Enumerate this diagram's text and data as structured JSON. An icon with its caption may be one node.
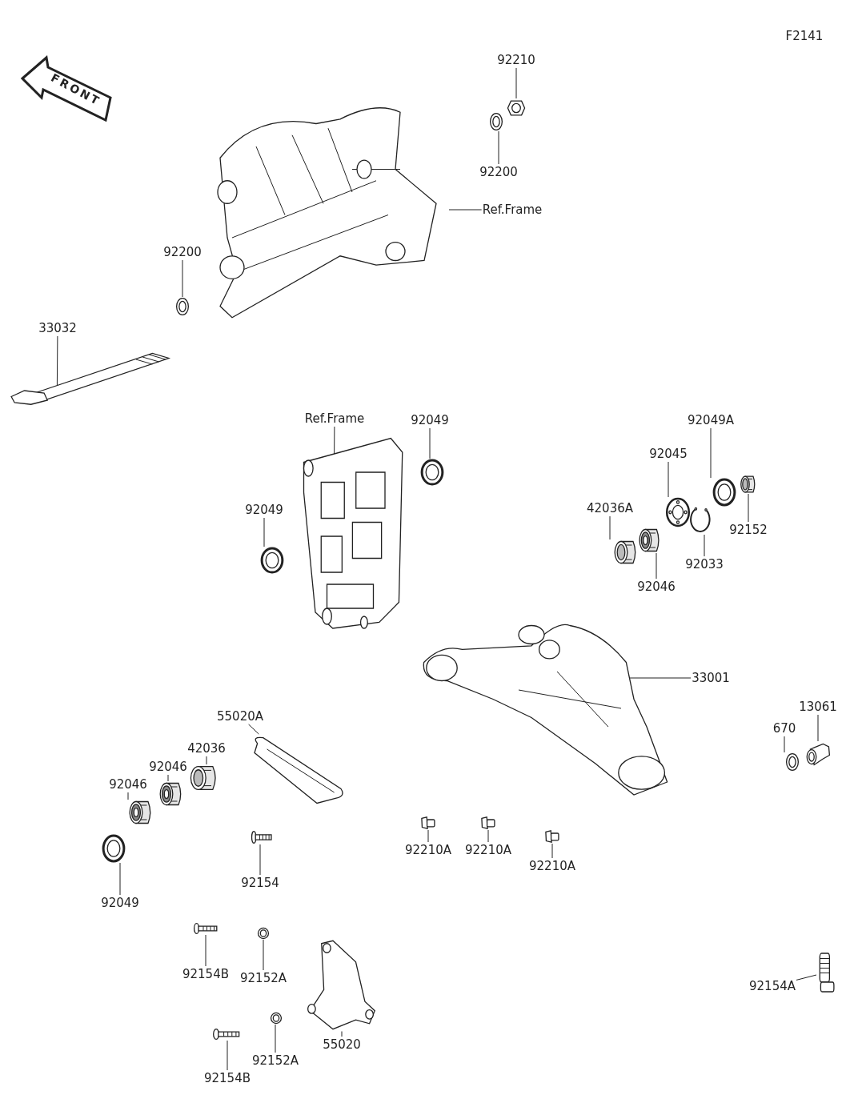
{
  "diagram": {
    "nodes": [
      {
        "text": [
          "92210"
        ]
      },
      {
        "text": [],
        "shape": "picture"
      },
      {
        "text": [
          "92200"
        ]
      },
      {
        "text": [],
        "shape": "picture"
      },
      {
        "text": [
          "Ref.Frame"
        ]
      },
      {
        "text": [],
        "shape": "picture"
      },
      {
        "text": [
          "92200"
        ]
      },
      {
        "text": [],
        "shape": "picture"
      },
      {
        "text": [
          "33032"
        ]
      },
      {
        "text": [],
        "shape": "picture"
      },
      {
        "text": [
          "Ref.Frame"
        ]
      },
      {
        "text": [],
        "shape": "picture"
      },
      {
        "text": [
          "92049"
        ]
      },
      {
        "text": [],
        "shape": "picture"
      },
      {
        "text": [
          "92049"
        ]
      },
      {
        "text": [],
        "shape": "picture"
      },
      {
        "text": [
          "92049A"
        ]
      },
      {
        "text": [],
        "shape": "picture"
      },
      {
        "text": [
          "92045"
        ]
      },
      {
        "text": [],
        "shape": "picture"
      },
      {
        "text": [
          "42036A"
        ]
      },
      {
        "text": [],
        "shape": "picture"
      },
      {
        "text": [
          "92152"
        ]
      },
      {
        "text": [],
        "shape": "picture"
      },
      {
        "text": [
          "92033"
        ]
      },
      {
        "text": [],
        "shape": "picture"
      },
      {
        "text": [
          "92046"
        ]
      },
      {
        "text": [],
        "shape": "picture"
      },
      {
        "text": [
          "33001"
        ]
      },
      {
        "text": [],
        "shape": "picture"
      },
      {
        "text": [
          "13061"
        ]
      },
      {
        "text": [],
        "shape": "picture"
      },
      {
        "text": [
          "670"
        ]
      },
      {
        "text": [],
        "shape": "picture"
      },
      {
        "text": [
          "55020A"
        ]
      },
      {
        "text": [],
        "shape": "picture"
      },
      {
        "text": [
          "42036"
        ]
      },
      {
        "text": [],
        "shape": "picture"
      },
      {
        "text": [
          "92046"
        ]
      },
      {
        "text": [],
        "shape": "picture"
      },
      {
        "text": [
          "92046"
        ]
      },
      {
        "text": [],
        "shape": "picture"
      },
      {
        "text": [
          "92049"
        ]
      },
      {
        "text": [],
        "shape": "picture"
      },
      {
        "text": [
          "92154"
        ]
      },
      {
        "text": [],
        "shape": "picture"
      },
      {
        "text": [
          "92210A"
        ]
      },
      {
        "text": [],
        "shape": "picture"
      },
      {
        "text": [
          "92210A"
        ]
      },
      {
        "text": [],
        "shape": "picture"
      },
      {
        "text": [
          "92210A"
        ]
      },
      {
        "text": [],
        "shape": "picture"
      },
      {
        "text": [
          "92154B"
        ]
      },
      {
        "text": [],
        "shape": "picture"
      },
      {
        "text": [
          "92152A"
        ]
      },
      {
        "text": [],
        "shape": "picture"
      },
      {
        "text": [
          "55020"
        ]
      },
      {
        "text": [],
        "shape": "picture"
      },
      {
        "text": [
          "92152A"
        ]
      },
      {
        "text": [],
        "shape": "picture"
      },
      {
        "text": [
          "92154B"
        ]
      },
      {
        "text": [],
        "shape": "picture"
      },
      {
        "text": [
          "92154A"
        ]
      },
      {
        "text": [],
        "shape": "picture"
      }
    ],
    "edges": [
      {
        "from": 0,
        "to": 1,
        "arrow": "none"
      },
      {
        "from": 2,
        "to": 3,
        "arrow": "none"
      },
      {
        "from": 4,
        "to": 5,
        "arrow": "none"
      },
      {
        "from": 6,
        "to": 7,
        "arrow": "none"
      },
      {
        "from": 8,
        "to": 9,
        "arrow": "none"
      },
      {
        "from": 10,
        "to": 11,
        "arrow": "none"
      },
      {
        "from": 12,
        "to": 13,
        "arrow": "none"
      },
      {
        "from": 14,
        "to": 15,
        "arrow": "none"
      },
      {
        "from": 16,
        "to": 17,
        "arrow": "none"
      },
      {
        "from": 18,
        "to": 19,
        "arrow": "none"
      },
      {
        "from": 20,
        "to": 21,
        "arrow": "none"
      },
      {
        "from": 22,
        "to": 23,
        "arrow": "none"
      },
      {
        "from": 24,
        "to": 25,
        "arrow": "none"
      },
      {
        "from": 26,
        "to": 27,
        "arrow": "none"
      },
      {
        "from": 28,
        "to": 29,
        "arrow": "none"
      },
      {
        "from": 30,
        "to": 31,
        "arrow": "none"
      },
      {
        "from": 32,
        "to": 33,
        "arrow": "none"
      },
      {
        "from": 34,
        "to": 35,
        "arrow": "none"
      },
      {
        "from": 36,
        "to": 37,
        "arrow": "none"
      },
      {
        "from": 38,
        "to": 39,
        "arrow": "none"
      },
      {
        "from": 40,
        "to": 41,
        "arrow": "none"
      },
      {
        "from": 42,
        "to": 43,
        "arrow": "none"
      },
      {
        "from": 44,
        "to": 45,
        "arrow": "none"
      },
      {
        "from": 46,
        "to": 47,
        "arrow": "none"
      },
      {
        "from": 48,
        "to": 49,
        "arrow": "none"
      },
      {
        "from": 50,
        "to": 51,
        "arrow": "none"
      },
      {
        "from": 52,
        "to": 53,
        "arrow": "none"
      },
      {
        "from": 54,
        "to": 55,
        "arrow": "none"
      },
      {
        "from": 56,
        "to": 57,
        "arrow": "none"
      },
      {
        "from": 58,
        "to": 59,
        "arrow": "none"
      },
      {
        "from": 60,
        "to": 61,
        "arrow": "none"
      },
      {
        "from": 62,
        "to": 63,
        "arrow": "none"
      }
    ],
    "labels": [
      "F2141",
      "FRONT"
    ]
  }
}
